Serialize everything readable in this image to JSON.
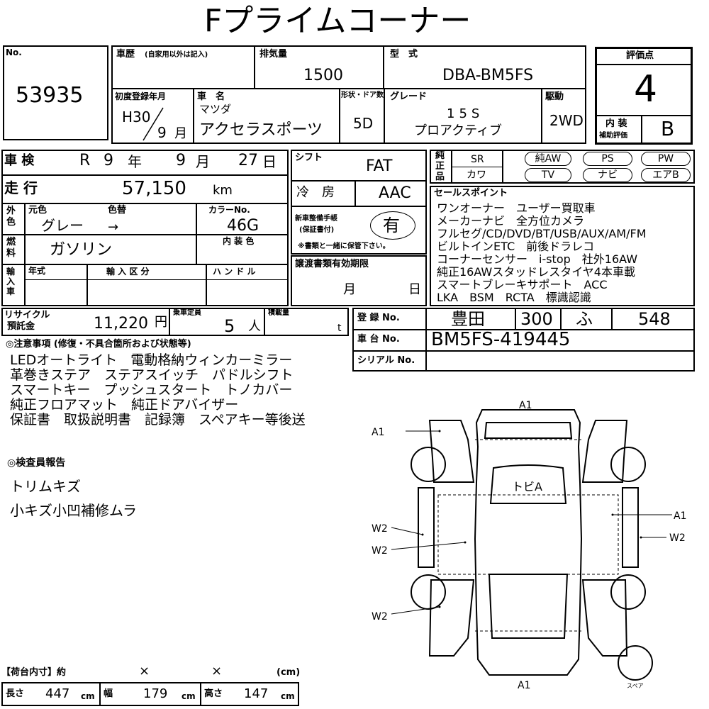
{
  "title": "Fプライムコーナー",
  "lot": {
    "label": "No.",
    "value": "53935"
  },
  "history": {
    "label": "車歴",
    "note": "(自家用以外は記入)"
  },
  "displacement": {
    "label": "排気量",
    "value": "1500"
  },
  "model_type": {
    "label": "型　式",
    "value": "DBA-BM5FS"
  },
  "score": {
    "label": "評価点",
    "value": "4"
  },
  "interior_score": {
    "label1": "内 装",
    "label2": "補助評価",
    "value": "B"
  },
  "first_reg": {
    "label": "初度登録年月",
    "era_year": "H30",
    "month": "9",
    "month_unit": "月"
  },
  "car_name": {
    "label": "車　名",
    "maker": "マツダ",
    "model": "アクセラスポーツ"
  },
  "doors": {
    "label": "形状・ドア数",
    "value": "5D"
  },
  "grade": {
    "label": "グレード",
    "line1": "15S",
    "line2": "プロアクティブ"
  },
  "drive": {
    "label": "駆動",
    "value": "2WD"
  },
  "inspection": {
    "label": "車 検",
    "era": "R",
    "year": "9",
    "year_unit": "年",
    "month": "9",
    "month_unit": "月",
    "day": "27",
    "day_unit": "日"
  },
  "mileage": {
    "label": "走 行",
    "value": "57,150",
    "unit": "km"
  },
  "shift": {
    "label": "シフト",
    "value": "FAT"
  },
  "ac": {
    "label": "冷　房",
    "value": "AAC"
  },
  "equipment": {
    "label": "純正品",
    "row1_label": "SR",
    "row2_label": "カワ",
    "items": [
      "純AW",
      "PS",
      "PW",
      "TV",
      "ナビ",
      "エアB"
    ]
  },
  "color": {
    "label": "外色",
    "orig_label": "元色",
    "change_label": "色替",
    "orig_value": "グレー",
    "arrow": "→",
    "code_label": "カラーNo.",
    "code_value": "46G",
    "interior_label": "内 装 色"
  },
  "maintenance": {
    "label1": "新車整備手帳",
    "label2": "(保証書付)",
    "value": "有",
    "note": "※書類と一緒に保管下さい。"
  },
  "fuel": {
    "label": "燃料",
    "value": "ガソリン"
  },
  "sales_points": {
    "label": "セールスポイント",
    "lines": [
      "ワンオーナー　ユーザー買取車",
      "メーカーナビ　全方位カメラ",
      "フルセグ/CD/DVD/BT/USB/AUX/AM/FM",
      "ビルトインETC　前後ドラレコ",
      "コーナーセンサー　i-stop　社外16AW",
      "純正16AWスタッドレスタイヤ4本車載",
      "スマートブレーキサポート　ACC",
      "LKA　BSM　RCTA　標識認識"
    ]
  },
  "import": {
    "label": "輸入車",
    "year_label": "年式",
    "kind_label": "輸 入 区 分",
    "handle_label": "ハ ン ド ル"
  },
  "transfer": {
    "label": "譲渡書類有効期限",
    "month_unit": "月",
    "day_unit": "日"
  },
  "recycle": {
    "label1": "リサイクル",
    "label2": "預託金",
    "value": "11,220",
    "unit": "円"
  },
  "capacity": {
    "label": "乗車定員",
    "value": "5",
    "unit": "人"
  },
  "load": {
    "label": "積載量",
    "unit": "t"
  },
  "registration": {
    "label": "登 録 No.",
    "area": "豊田",
    "class": "300",
    "kana": "ふ",
    "number": "548"
  },
  "chassis": {
    "label": "車 台 No.",
    "value": "BM5FS-419445"
  },
  "serial": {
    "label": "シリアル No."
  },
  "notes": {
    "label": "◎注意事項 (修復・不具合箇所および状態等)",
    "lines": [
      "LEDオートライト　電動格納ウィンカーミラー",
      "革巻きステア　ステアスイッチ　パドルシフト",
      "スマートキー　プッシュスタート　トノカバー",
      "純正フロアマット　純正ドアバイザー",
      "保証書　取扱説明書　記録簿　スペアキー等後送"
    ]
  },
  "inspector": {
    "label": "◎検査員報告",
    "lines": [
      "トリムキズ",
      "小キズ小凹補修ムラ"
    ]
  },
  "diagram": {
    "marks": {
      "top": "A1",
      "left_front": "A1",
      "roof": "トビA",
      "right_a1": "A1",
      "right_w2": "W2",
      "left_w2_1": "W2",
      "left_w2_2": "W2",
      "left_w2_3": "W2",
      "bottom": "A1"
    },
    "spare": "スペア"
  },
  "cargo": {
    "label": "【荷台内寸】約",
    "x1": "×",
    "x2": "×",
    "unit_label": "(cm)",
    "length_label": "長さ",
    "length": "447",
    "width_label": "幅",
    "width": "179",
    "height_label": "高さ",
    "height": "147",
    "cm": "cm"
  }
}
